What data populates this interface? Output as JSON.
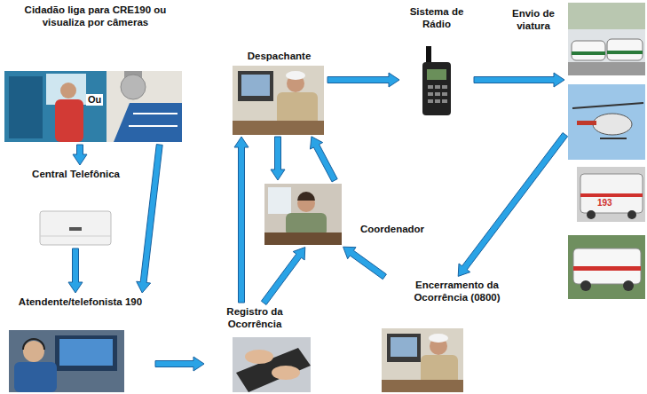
{
  "diagram": {
    "nodes": [
      {
        "text": [
          "Cidadão liga para CRE190 ou visualiza por câmeras",
          "Ou"
        ]
      },
      {
        "text": [
          "Central Telefônica"
        ]
      },
      {
        "text": [
          "Atendente/telefonista 190"
        ]
      },
      {
        "text": [
          "Registro da Ocorrência"
        ]
      },
      {
        "text": [
          "Despachante"
        ]
      },
      {
        "text": [
          "Coordenador"
        ]
      },
      {
        "text": [
          "Sistema de Rádio"
        ]
      },
      {
        "text": [
          "Envio de viatura"
        ]
      },
      {
        "text": [
          "Encerramento da Ocorrência (0800)"
        ]
      }
    ],
    "edges": [
      {
        "from": 0,
        "to": 1,
        "arrow": "to"
      },
      {
        "from": 0,
        "to": 2,
        "arrow": "to"
      },
      {
        "from": 1,
        "to": 2,
        "arrow": "to"
      },
      {
        "from": 2,
        "to": 3,
        "arrow": "to"
      },
      {
        "from": 3,
        "to": 4,
        "arrow": "to"
      },
      {
        "from": 3,
        "to": 5,
        "arrow": "to"
      },
      {
        "from": 4,
        "to": 5,
        "arrow": "to"
      },
      {
        "from": 5,
        "to": 4,
        "arrow": "to"
      },
      {
        "from": 4,
        "to": 6,
        "arrow": "to"
      },
      {
        "from": 6,
        "to": 7,
        "arrow": "to"
      },
      {
        "from": 7,
        "to": 8,
        "arrow": "to"
      },
      {
        "from": 8,
        "to": 5,
        "arrow": "to"
      }
    ],
    "labels": [
      "193"
    ]
  }
}
